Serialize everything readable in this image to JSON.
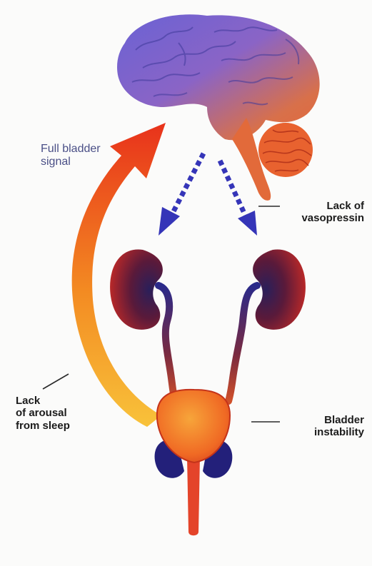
{
  "labels": {
    "full_bladder_signal": [
      "Full bladder",
      "signal"
    ],
    "lack_of_vasopressin": [
      "Lack of",
      "vasopressin"
    ],
    "lack_of_arousal": [
      "Lack",
      "of arousal",
      "from sleep"
    ],
    "bladder_instability": [
      "Bladder",
      "instability"
    ]
  },
  "colors": {
    "brain_front": "#6a5fd0",
    "brain_back": "#e4683a",
    "cerebellum": "#e8622f",
    "dashed_arrow": "#3535b8",
    "signal_arrow_base": "#f7b12e",
    "signal_arrow_tip": "#e8321b",
    "kidney_outer": "#9a1a20",
    "kidney_inner": "#2b1f5e",
    "bladder": "#f06a24",
    "prostate": "#23207a",
    "text_regular": "#4a4f86",
    "text_bold": "#1b1b1b"
  }
}
